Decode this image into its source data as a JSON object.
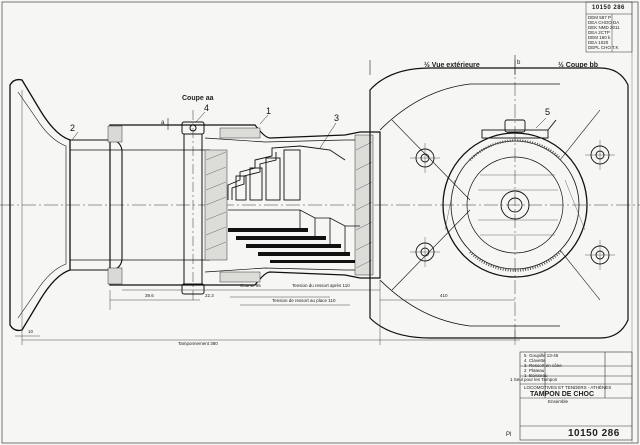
{
  "header": {
    "top_number": "10150 286",
    "revisions": [
      "DEM 587 P",
      "DEA CHOO DA",
      "DEK NMD 2011",
      "DEA 2CTP",
      "DEM 160 k",
      "DEA 1020",
      "DEPL CHO T.K"
    ]
  },
  "views": {
    "view_exterior": "½ Vue extérieure",
    "section_bb": "½ Coupe bb",
    "section_aa": "Coupe aa",
    "section_mark_b": "b",
    "section_mark_a": "a"
  },
  "callouts": [
    "1",
    "2",
    "3",
    "4",
    "5"
  ],
  "dimensions": {
    "course": "Course 95",
    "tension_ressort": "Tension du ressort après 110",
    "tension_montage": "Tension de ressort au place 110",
    "tamponnement": "Tamponnement 380",
    "left_base": "10",
    "small_a": "39.6",
    "small_b": "22.3",
    "small_c": "410"
  },
  "title_block": {
    "parts": [
      {
        "mark": "5",
        "name": "Goupille 13-45"
      },
      {
        "mark": "4",
        "name": "Clavette"
      },
      {
        "mark": "3",
        "name": "Ressort en cône"
      },
      {
        "mark": "2",
        "name": "Plateau"
      },
      {
        "mark": "1",
        "name": "Boisseau"
      }
    ],
    "note": "1 Seul pour les Tampon",
    "company": "LOCOMOTIVES ET TENDERS - ATHÈNES",
    "title": "TAMPON DE CHOC",
    "subtitle": "Ensemble",
    "drawing_number": "10150 286",
    "sheet_mark": "Pl"
  }
}
